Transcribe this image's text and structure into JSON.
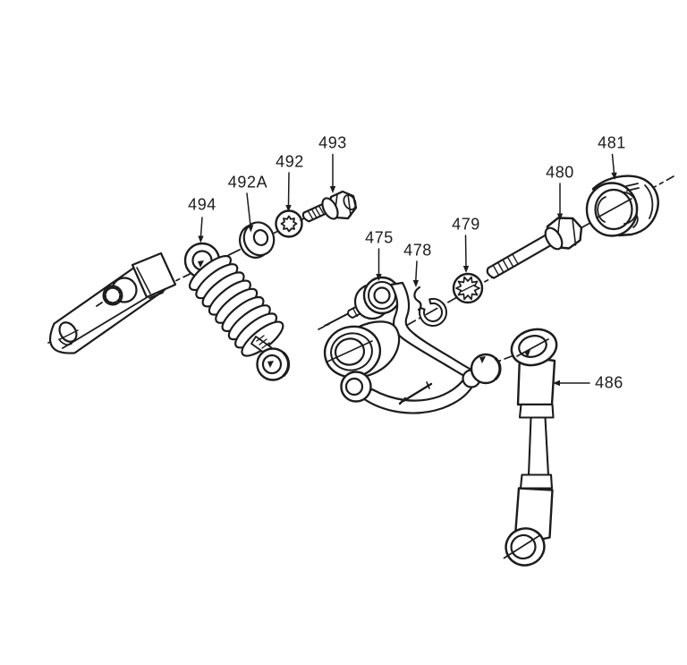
{
  "figure": {
    "type": "exploded-parts-diagram",
    "background_color": "#ffffff",
    "line_color": "#1c1c1c"
  },
  "callouts": [
    {
      "label": "494",
      "part": "tension-spring-assembly"
    },
    {
      "label": "492A",
      "part": "flat-washer"
    },
    {
      "label": "492",
      "part": "serrated-washer"
    },
    {
      "label": "493",
      "part": "hex-head-screw"
    },
    {
      "label": "475",
      "part": "crank-bracket"
    },
    {
      "label": "478",
      "part": "wire-retaining-clip"
    },
    {
      "label": "479",
      "part": "tooth-lock-washer"
    },
    {
      "label": "480",
      "part": "hex-bolt"
    },
    {
      "label": "481",
      "part": "bushing-nut"
    },
    {
      "label": "486",
      "part": "connecting-link"
    }
  ]
}
